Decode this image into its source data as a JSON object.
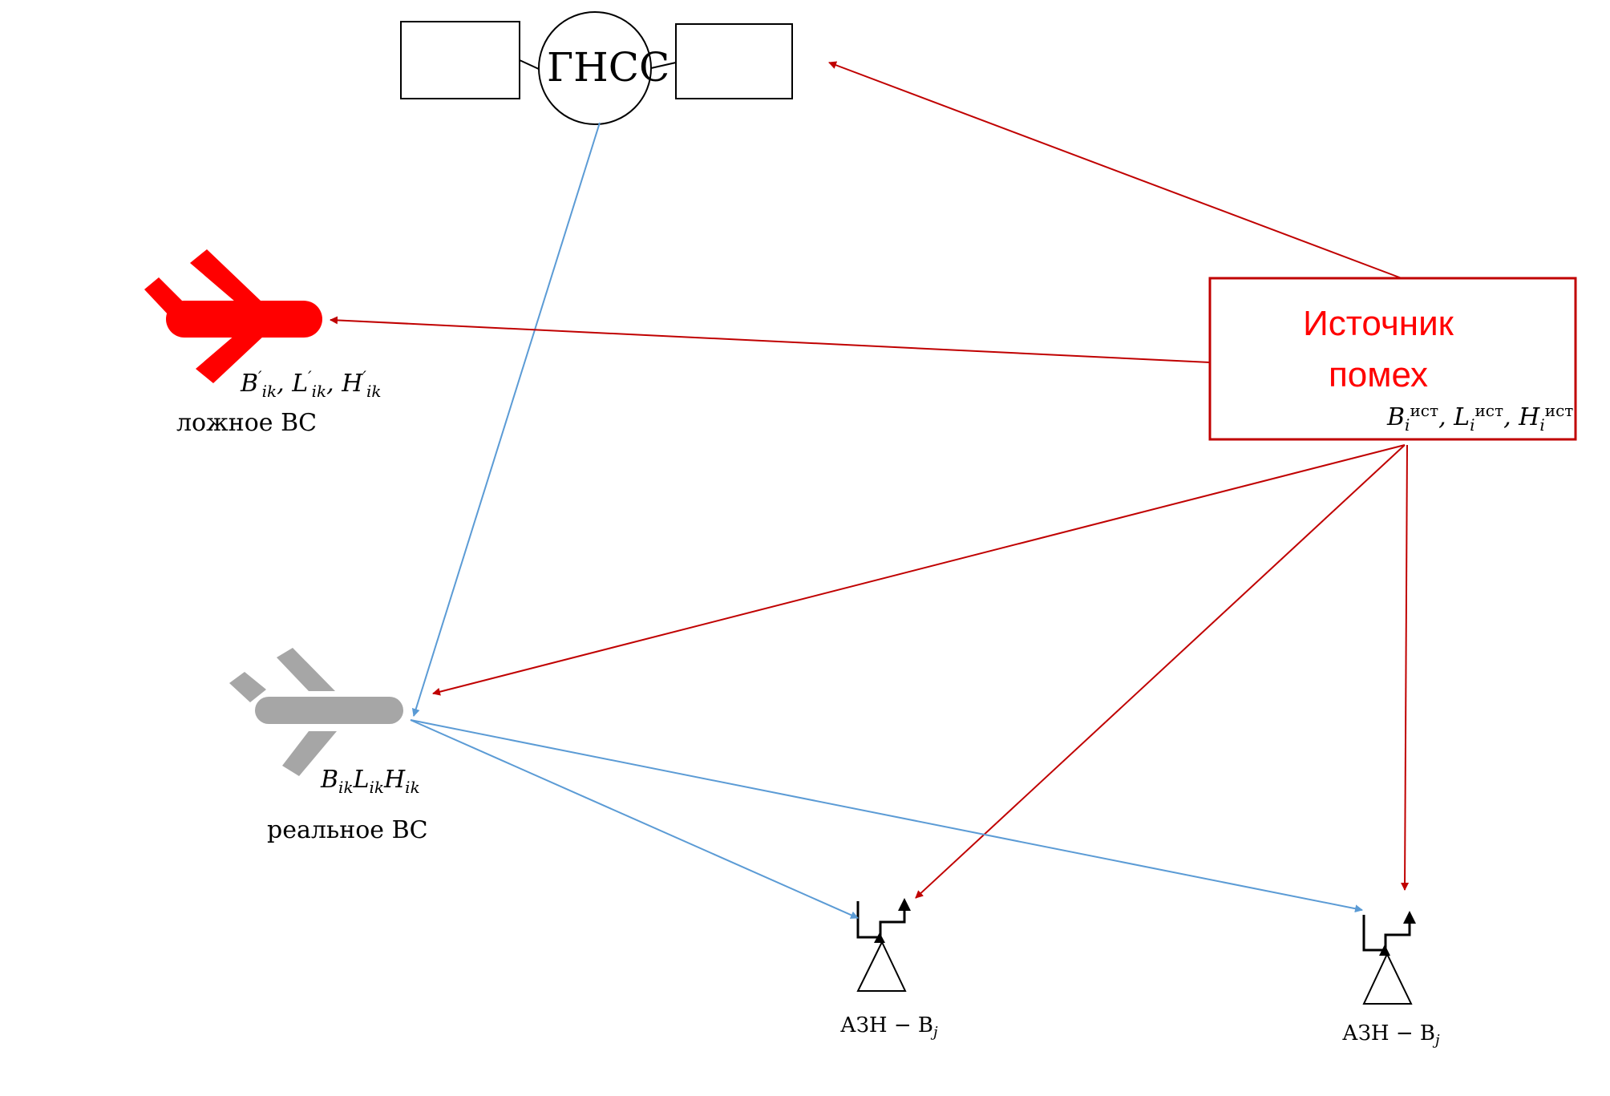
{
  "diagram": {
    "gnss": {
      "label": "ГНСС"
    },
    "interference_source": {
      "title_line1": "Источник",
      "title_line2": "помех",
      "coords": {
        "B": "B",
        "L": "L",
        "H": "H",
        "sub": "i",
        "sup": "ист",
        "sep": ", "
      }
    },
    "fake_aircraft": {
      "coords": {
        "B": "B",
        "L": "L",
        "H": "H",
        "prime": "′",
        "sub": "ik",
        "sep": ", "
      },
      "caption": "ложное ВС"
    },
    "real_aircraft": {
      "coords": {
        "B": "B",
        "L": "L",
        "H": "H",
        "sub": "ik"
      },
      "caption": "реальное ВС"
    },
    "receivers": [
      {
        "label_main": "АЗН − В",
        "label_sub": "j"
      },
      {
        "label_main": "АЗН − В",
        "label_sub": "j"
      }
    ],
    "colors": {
      "interference": "#c00000",
      "interference_text": "#ff0000",
      "fake_aircraft": "#ff0000",
      "real_aircraft": "#a6a6a6",
      "signal": "#5b9bd5",
      "outline": "#000000"
    },
    "connections": [
      {
        "from": "gnss",
        "to": "real_aircraft",
        "kind": "signal"
      },
      {
        "from": "interference_source",
        "to": "gnss",
        "kind": "interference"
      },
      {
        "from": "interference_source",
        "to": "fake_aircraft",
        "kind": "interference"
      },
      {
        "from": "interference_source",
        "to": "real_aircraft",
        "kind": "interference"
      },
      {
        "from": "interference_source",
        "to": "receiver_1",
        "kind": "interference"
      },
      {
        "from": "interference_source",
        "to": "receiver_2",
        "kind": "interference"
      },
      {
        "from": "real_aircraft",
        "to": "receiver_1",
        "kind": "signal"
      },
      {
        "from": "real_aircraft",
        "to": "receiver_2",
        "kind": "signal"
      }
    ]
  }
}
